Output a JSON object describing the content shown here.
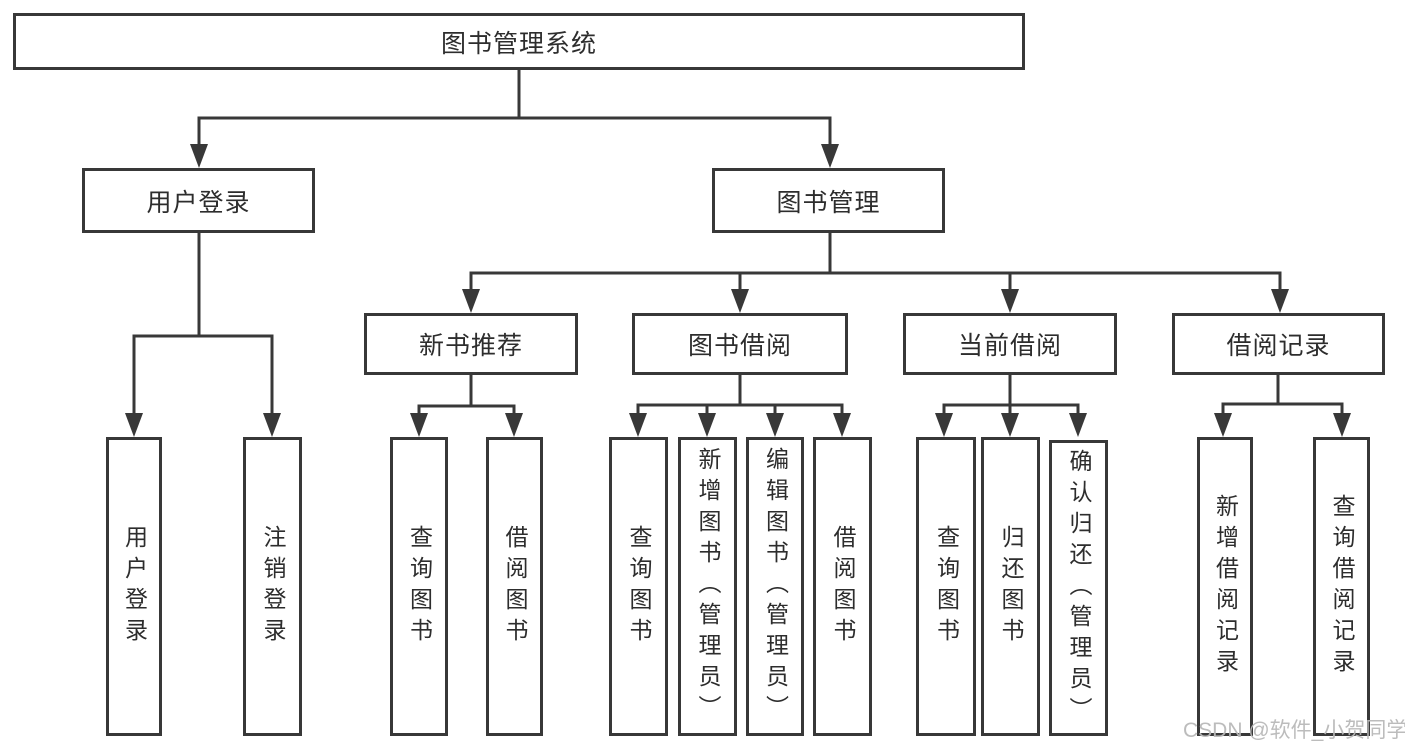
{
  "tree": {
    "root": {
      "label": "图书管理系统"
    },
    "branches": [
      {
        "label": "用户登录",
        "children": [
          {
            "label": "用户登录"
          },
          {
            "label": "注销登录"
          }
        ]
      },
      {
        "label": "图书管理",
        "children": [
          {
            "label": "新书推荐",
            "children": [
              {
                "label": "查询图书"
              },
              {
                "label": "借阅图书"
              }
            ]
          },
          {
            "label": "图书借阅",
            "children": [
              {
                "label": "查询图书"
              },
              {
                "label": "新增图书（管理员）"
              },
              {
                "label": "编辑图书（管理员）"
              },
              {
                "label": "借阅图书"
              }
            ]
          },
          {
            "label": "当前借阅",
            "children": [
              {
                "label": "查询图书"
              },
              {
                "label": "归还图书"
              },
              {
                "label": "确认归还（管理员）"
              }
            ]
          },
          {
            "label": "借阅记录",
            "children": [
              {
                "label": "新增借阅记录"
              },
              {
                "label": "查询借阅记录"
              }
            ]
          }
        ]
      }
    ]
  },
  "watermark": {
    "text": "CSDN @软件_小贺同学"
  },
  "colors": {
    "line": "#383838",
    "text": "#2d2d2d",
    "background": "#ffffff",
    "watermark": "#b8b8b8"
  }
}
